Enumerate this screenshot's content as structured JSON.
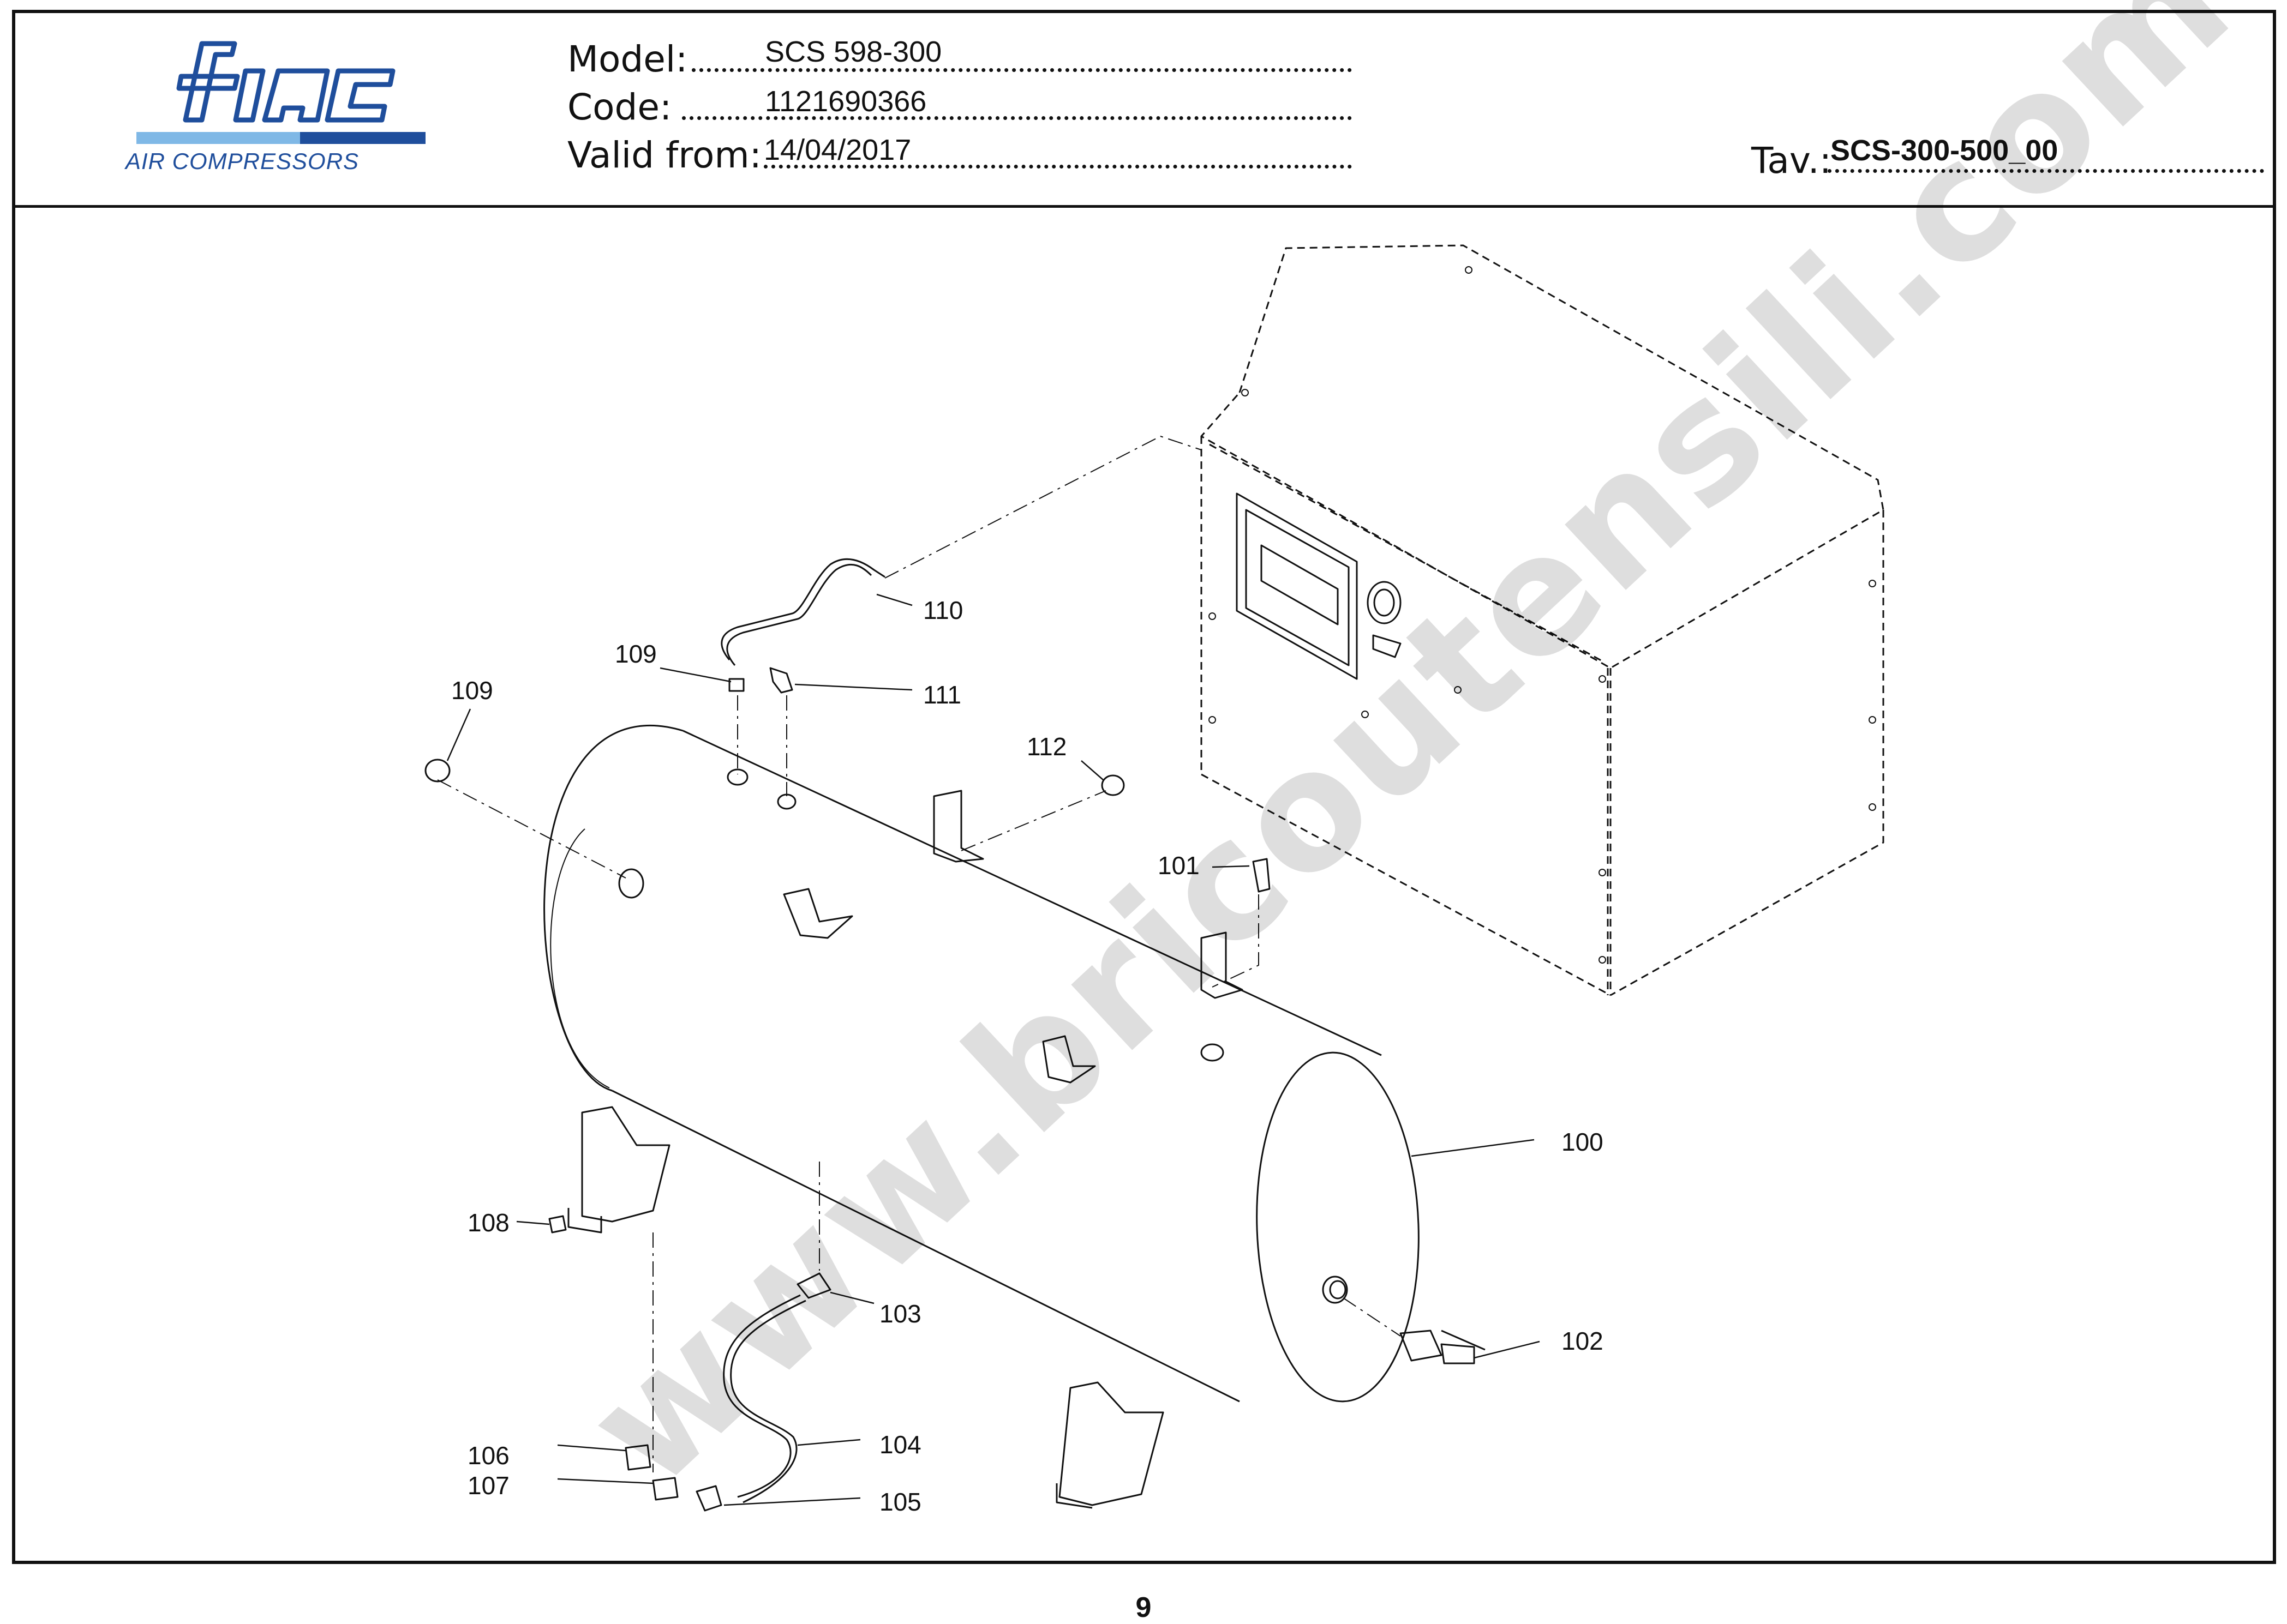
{
  "header": {
    "logo": {
      "brand": "fiac",
      "tagline": "AIR COMPRESSORS"
    },
    "model_label": "Model:",
    "model_value": "SCS 598-300",
    "code_label": "Code:",
    "code_value": "1121690366",
    "valid_label": "Valid from:",
    "valid_value": "14/04/2017",
    "tav_label": "Tav.:",
    "tav_value": "SCS-300-500_00"
  },
  "callouts": {
    "c100": "100",
    "c101": "101",
    "c102": "102",
    "c103": "103",
    "c104": "104",
    "c105": "105",
    "c106": "106",
    "c107": "107",
    "c108": "108",
    "c109a": "109",
    "c109b": "109",
    "c110": "110",
    "c111": "111",
    "c112": "112"
  },
  "watermark": "www.bricoutensili.com",
  "page_number": "9",
  "colors": {
    "brand_blue": "#1f4e9c",
    "brand_light_blue": "#7fb8e6",
    "line": "#111111"
  }
}
